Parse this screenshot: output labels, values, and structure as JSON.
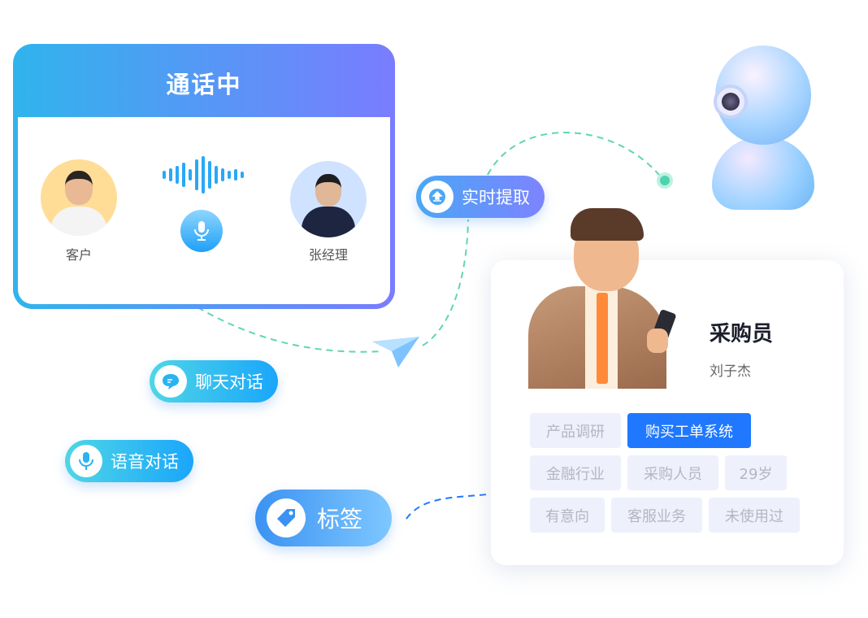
{
  "call_panel": {
    "title": "通话中",
    "customer_label": "客户",
    "manager_label": "张经理"
  },
  "pills": {
    "realtime": "实时提取",
    "chat": "聊天对话",
    "voice": "语音对话",
    "tags": "标签"
  },
  "profile": {
    "role": "采购员",
    "name": "刘子杰",
    "tags": [
      {
        "label": "产品调研",
        "active": false
      },
      {
        "label": "购买工单系统",
        "active": true
      },
      {
        "label": "金融行业",
        "active": false
      },
      {
        "label": "采购人员",
        "active": false
      },
      {
        "label": "29岁",
        "active": false
      },
      {
        "label": "有意向",
        "active": false
      },
      {
        "label": "客服业务",
        "active": false
      },
      {
        "label": "未使用过",
        "active": false
      }
    ]
  },
  "colors": {
    "accent": "#1f78ff",
    "teal_line": "#5fd6b4",
    "gradient_start": "#30b4ec",
    "gradient_end": "#7a7cff"
  }
}
